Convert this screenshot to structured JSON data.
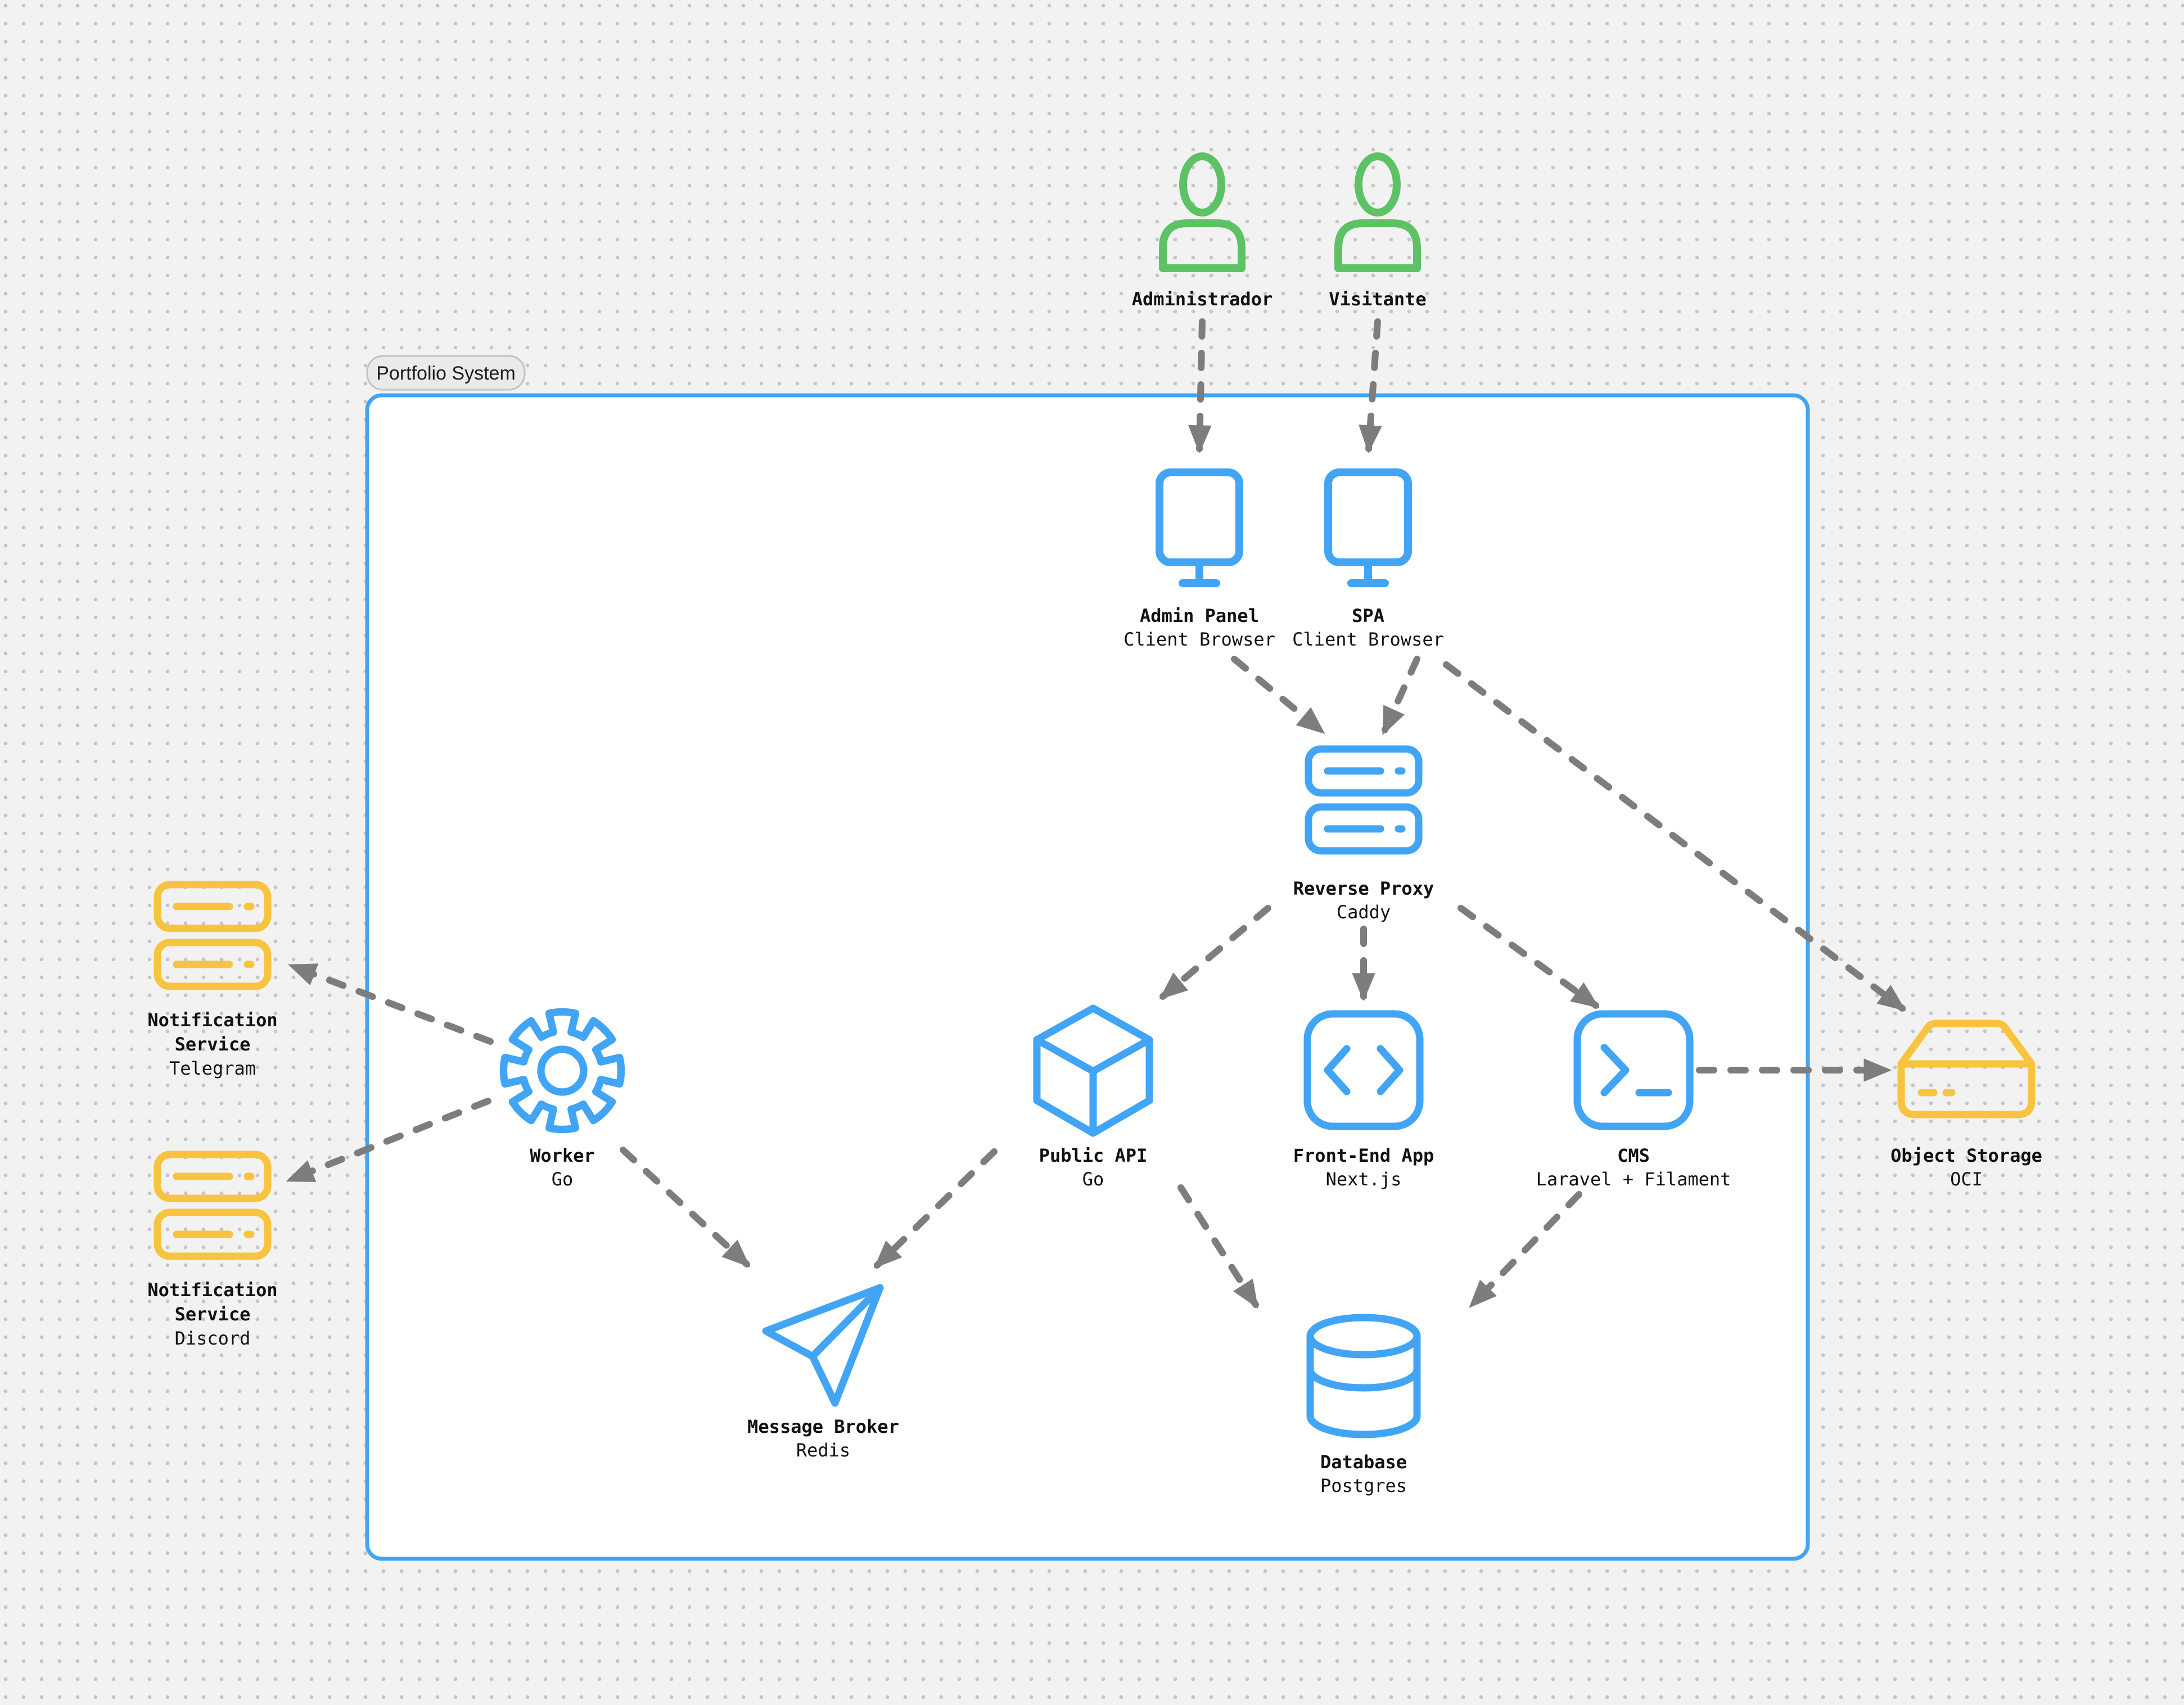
{
  "colors": {
    "blue": "#41a4f5",
    "green": "#5dc264",
    "yellow": "#f8c33f",
    "edge": "#7d7d7d",
    "text": "#111111",
    "canvas": "#f2f2f2",
    "dot": "#c6c6c6",
    "boundary-fill": "#ffffff",
    "pill-bg": "#eaeaea",
    "pill-border": "#c2c2c2"
  },
  "boundary": {
    "label": "Portfolio System"
  },
  "actors": {
    "administrador": {
      "label": "Administrador"
    },
    "visitante": {
      "label": "Visitante"
    }
  },
  "nodes": {
    "admin_panel": {
      "name": "Admin Panel",
      "tech": "Client Browser"
    },
    "spa": {
      "name": "SPA",
      "tech": "Client Browser"
    },
    "reverse_proxy": {
      "name": "Reverse Proxy",
      "tech": "Caddy"
    },
    "worker": {
      "name": "Worker",
      "tech": "Go"
    },
    "public_api": {
      "name": "Public API",
      "tech": "Go"
    },
    "front_end": {
      "name": "Front-End App",
      "tech": "Next.js"
    },
    "cms": {
      "name": "CMS",
      "tech": "Laravel + Filament"
    },
    "object_storage": {
      "name": "Object Storage",
      "tech": "OCI"
    },
    "message_broker": {
      "name": "Message Broker",
      "tech": "Redis"
    },
    "database": {
      "name": "Database",
      "tech": "Postgres"
    },
    "notification_telegram": {
      "line1": "Notification",
      "line2": "Service",
      "line3": "Telegram"
    },
    "notification_discord": {
      "line1": "Notification",
      "line2": "Service",
      "line3": "Discord"
    }
  }
}
